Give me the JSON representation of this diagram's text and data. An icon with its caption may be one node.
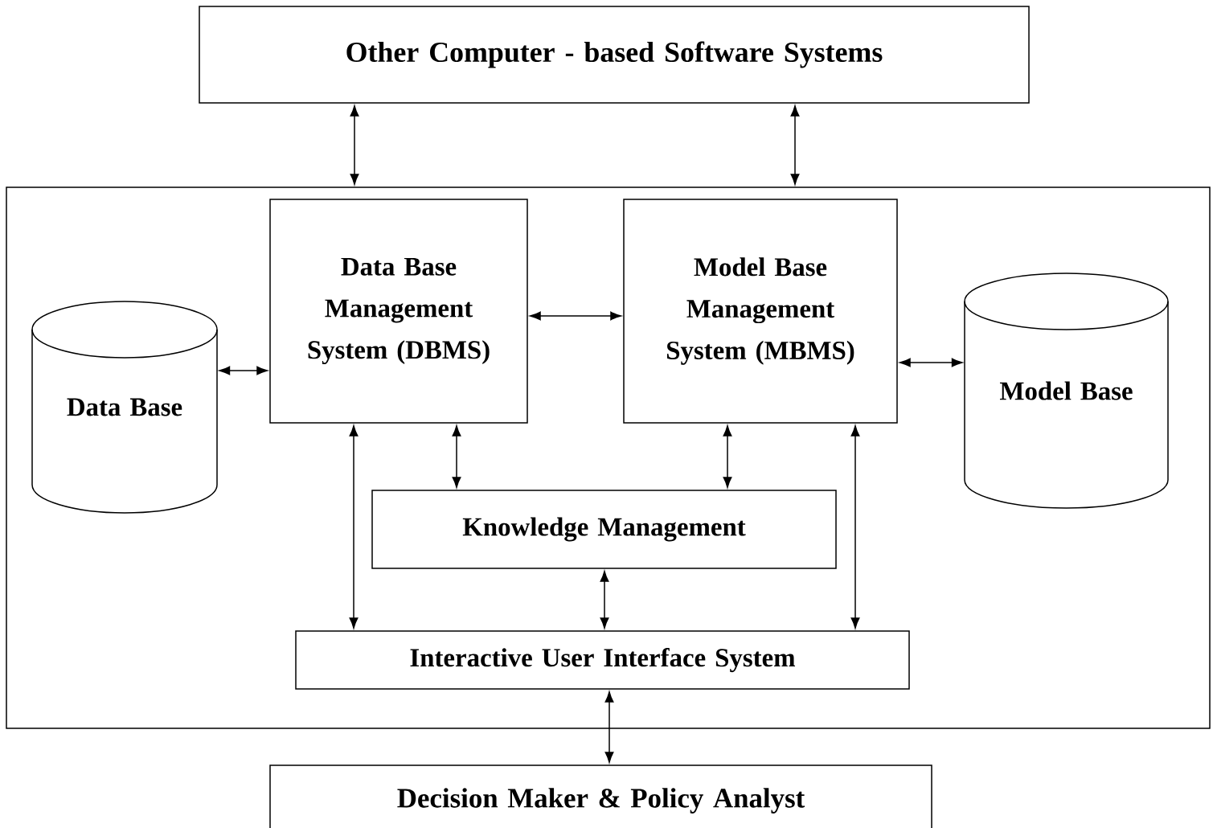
{
  "diagram": {
    "nodes": [
      {
        "text": [
          "Other Computer - based Software Systems"
        ]
      },
      {
        "text": [],
        "shape": "box"
      },
      {
        "text": [
          "Data Base Management System (DBMS)"
        ],
        "in": 1
      },
      {
        "text": [
          "Model Base Management System (MBMS)"
        ],
        "in": 1
      },
      {
        "text": [
          "Data Base"
        ],
        "in": 1
      },
      {
        "text": [
          "Model Base"
        ],
        "in": 1
      },
      {
        "text": [
          "Knowledge Management"
        ],
        "in": 1
      },
      {
        "text": [
          "Interactive User Interface System"
        ],
        "in": 1
      },
      {
        "text": [
          "Decision Maker & Policy Analyst"
        ]
      }
    ],
    "edges": [
      {
        "from": 0,
        "to": 1,
        "arrow": "both"
      },
      {
        "from": 0,
        "to": 1,
        "arrow": "both"
      },
      {
        "from": 4,
        "to": 2,
        "arrow": "both"
      },
      {
        "from": 2,
        "to": 3,
        "arrow": "both"
      },
      {
        "from": 3,
        "to": 5,
        "arrow": "both"
      },
      {
        "from": 2,
        "to": 6,
        "arrow": "both"
      },
      {
        "from": 3,
        "to": 6,
        "arrow": "both"
      },
      {
        "from": 2,
        "to": 7,
        "arrow": "both"
      },
      {
        "from": 6,
        "to": 7,
        "arrow": "both"
      },
      {
        "from": 3,
        "to": 7,
        "arrow": "both"
      },
      {
        "from": 7,
        "to": 8,
        "arrow": "both"
      }
    ]
  }
}
